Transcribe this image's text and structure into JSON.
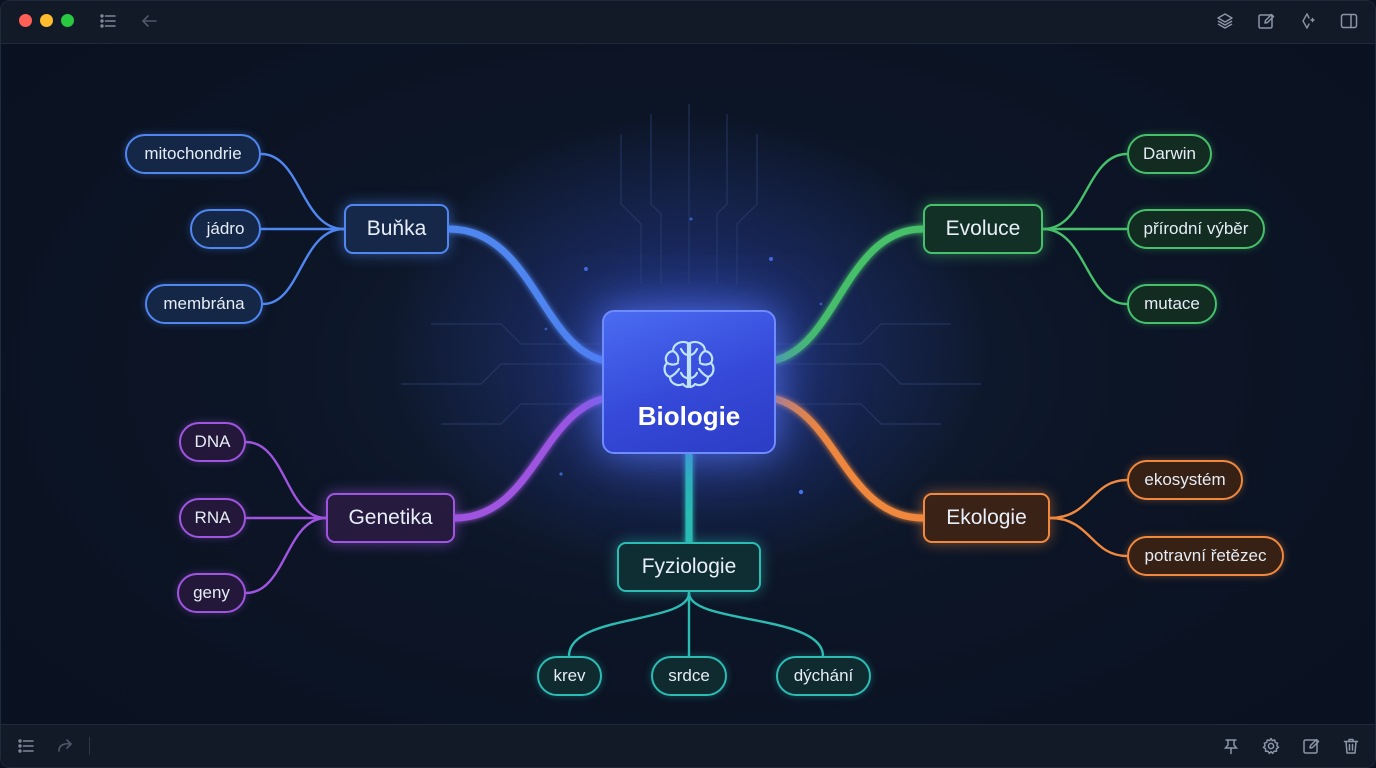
{
  "toolbar": {
    "left_icons": [
      "list-icon",
      "back-arrow-icon"
    ],
    "right_icons": [
      "layers-icon",
      "edit-icon",
      "magic-icon",
      "sidebar-toggle-icon"
    ]
  },
  "bottombar": {
    "left_icons": [
      "list-icon",
      "redo-icon"
    ],
    "right_icons": [
      "pin-icon",
      "gear-icon",
      "edit-icon",
      "trash-icon"
    ]
  },
  "colors": {
    "blue": "#4f86f0",
    "green": "#46c06a",
    "purple": "#9f55e0",
    "orange": "#f0883e",
    "teal": "#2bbcb4",
    "center": "#4a6cf2"
  },
  "mindmap": {
    "center": {
      "label": "Biologie",
      "icon": "brain-icon"
    },
    "branches": [
      {
        "label": "Buňka",
        "color": "blue",
        "children": [
          "mitochondrie",
          "jádro",
          "membrána"
        ]
      },
      {
        "label": "Evoluce",
        "color": "green",
        "children": [
          "Darwin",
          "přírodní výběr",
          "mutace"
        ]
      },
      {
        "label": "Genetika",
        "color": "purple",
        "children": [
          "DNA",
          "RNA",
          "geny"
        ]
      },
      {
        "label": "Ekologie",
        "color": "orange",
        "children": [
          "ekosystém",
          "potravní řetězec"
        ]
      },
      {
        "label": "Fyziologie",
        "color": "teal",
        "children": [
          "krev",
          "srdce",
          "dýchání"
        ]
      }
    ]
  }
}
